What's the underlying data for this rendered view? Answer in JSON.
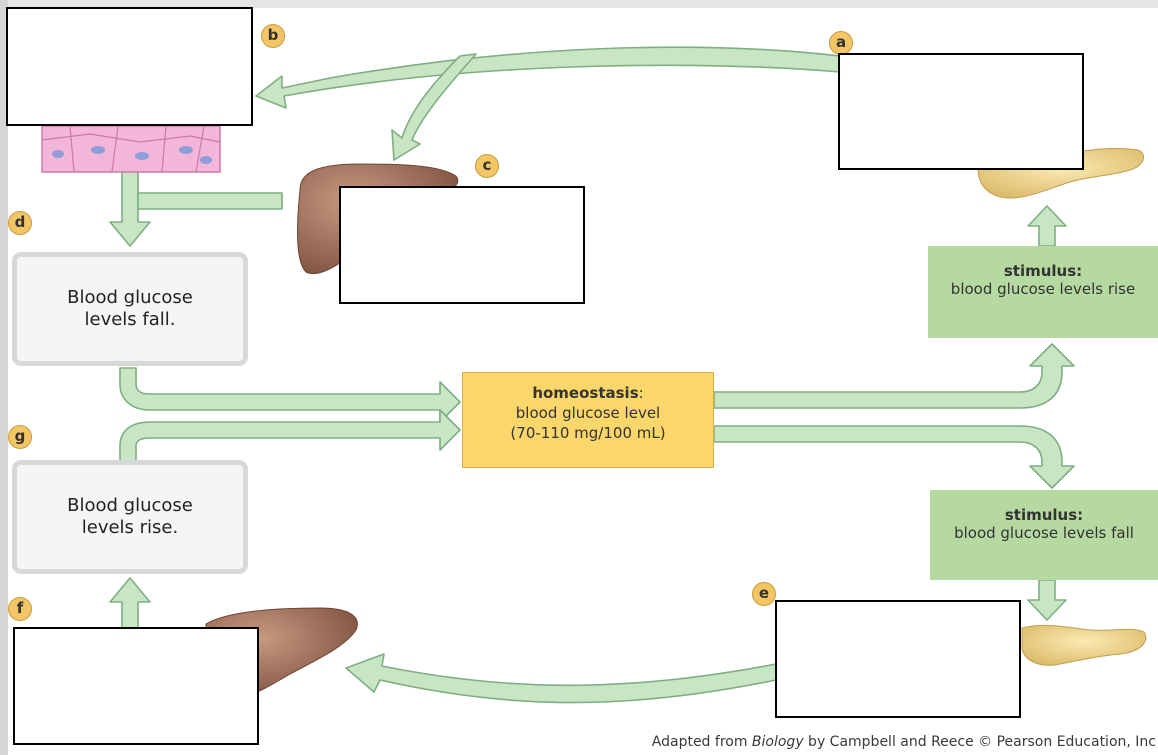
{
  "labels": {
    "a": "a",
    "b": "b",
    "c": "c",
    "d": "d",
    "e": "e",
    "f": "f",
    "g": "g"
  },
  "boxes": {
    "fall_text": "Blood glucose levels fall.",
    "rise_text": "Blood glucose levels rise."
  },
  "stimulus_rise": {
    "title": "stimulus:",
    "text": "blood glucose levels rise"
  },
  "stimulus_fall": {
    "title": "stimulus:",
    "text": "blood glucose levels fall"
  },
  "homeostasis": {
    "title": "homeostasis",
    "colon": ":",
    "line1": "blood glucose level",
    "line2": "(70-110 mg/100 mL)"
  },
  "credit": {
    "prefix": "Adapted from ",
    "book": "Biology",
    "suffix": " by Campbell and Reece © Pearson Education, Inc"
  },
  "colors": {
    "arrow_fill": "#c8e6c4",
    "arrow_stroke": "#7fae84",
    "stimulus_box": "#b5d9a0",
    "homeostasis_box": "#fbd66a",
    "label_badge": "#f3c565",
    "liver": "#a0705a",
    "pancreas": "#f0d98a",
    "tissue": "#f3b6d8"
  }
}
